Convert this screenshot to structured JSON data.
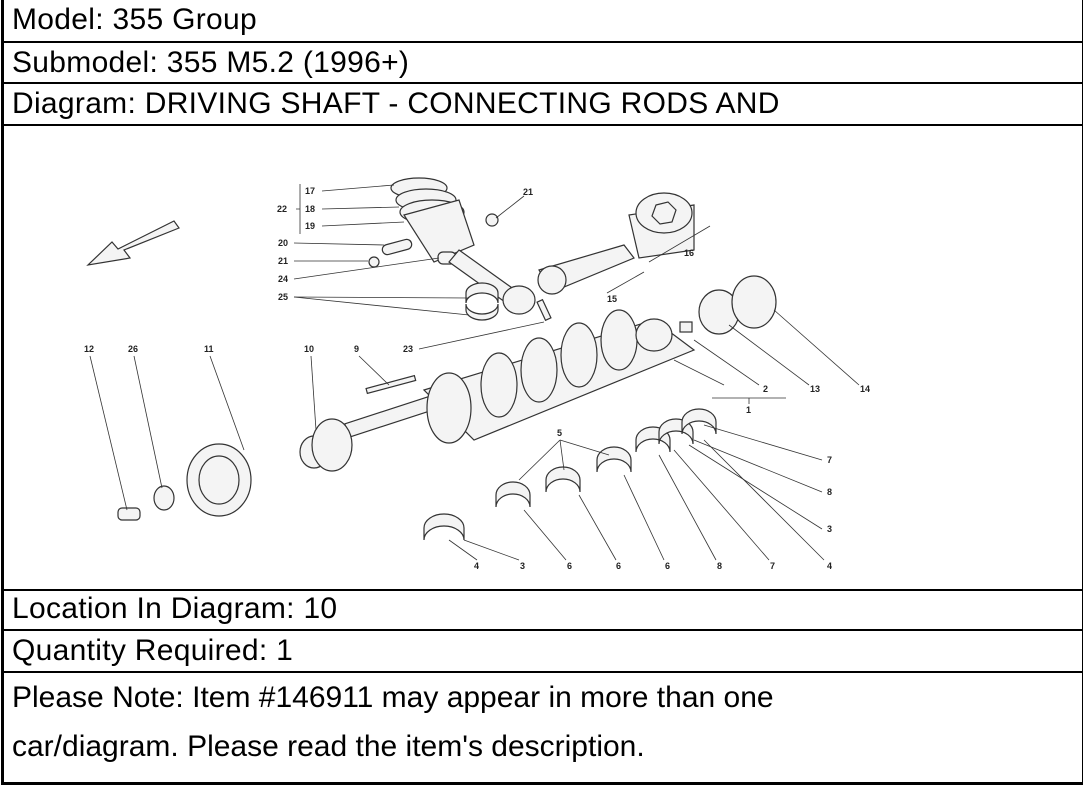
{
  "model": "Model: 355 Group",
  "submodel": "Submodel: 355 M5.2 (1996+)",
  "diagram_title": "Diagram: DRIVING SHAFT - CONNECTING RODS AND",
  "location": "Location In Diagram: 10",
  "quantity": "Quantity Required: 1",
  "note_line1": "Please Note: Item #146911 may appear in more than one",
  "note_line2": "car/diagram. Please read the item's description.",
  "callouts": [
    "17",
    "22",
    "18",
    "19",
    "21",
    "20",
    "21",
    "24",
    "25",
    "16",
    "15",
    "12",
    "26",
    "11",
    "10",
    "9",
    "23",
    "2",
    "13",
    "14",
    "1",
    "5",
    "7",
    "8",
    "3",
    "4",
    "3",
    "6",
    "6",
    "6",
    "8",
    "7",
    "4"
  ]
}
